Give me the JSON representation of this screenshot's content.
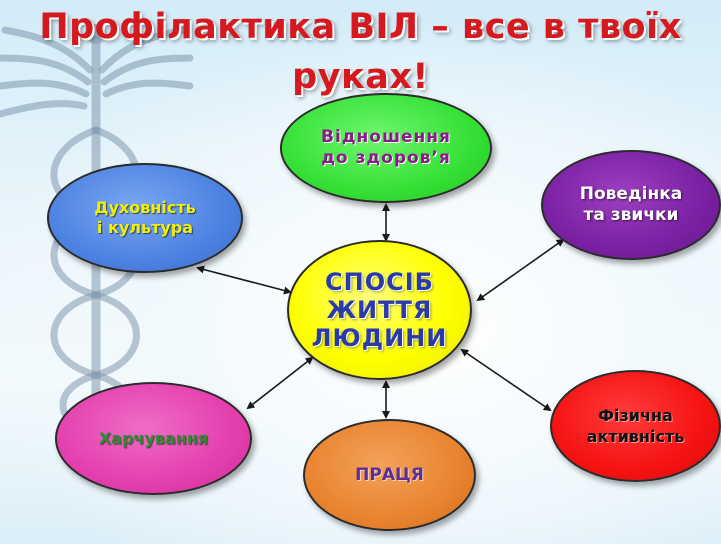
{
  "title": {
    "line1": "Профілактика ВІЛ – все в твоїх",
    "line2": "руках!"
  },
  "center": {
    "line1": "СПОСІБ",
    "line2": "ЖИТТЯ",
    "line3": "ЛЮДИНИ"
  },
  "nodes": {
    "health": {
      "line1": "Відношення",
      "line2": "до здоров’я"
    },
    "spirituality": {
      "line1": "Духовність",
      "line2": "і культура"
    },
    "behavior": {
      "line1": "Поведінка",
      "line2": "та звички"
    },
    "nutrition": {
      "line1": "Харчування"
    },
    "work": {
      "line1": "ПРАЦЯ"
    },
    "activity": {
      "line1": "Фізична",
      "line2": "активність"
    }
  },
  "decor": {
    "background_icon": "caduceus-icon"
  },
  "colors": {
    "title": "#d5191f",
    "center_fill": "#ffff00",
    "health_fill": "#35e035",
    "spirituality_fill": "#4c82e2",
    "behavior_fill": "#7b20a3",
    "nutrition_fill": "#e43fae",
    "work_fill": "#e9832f",
    "activity_fill": "#f51212"
  }
}
